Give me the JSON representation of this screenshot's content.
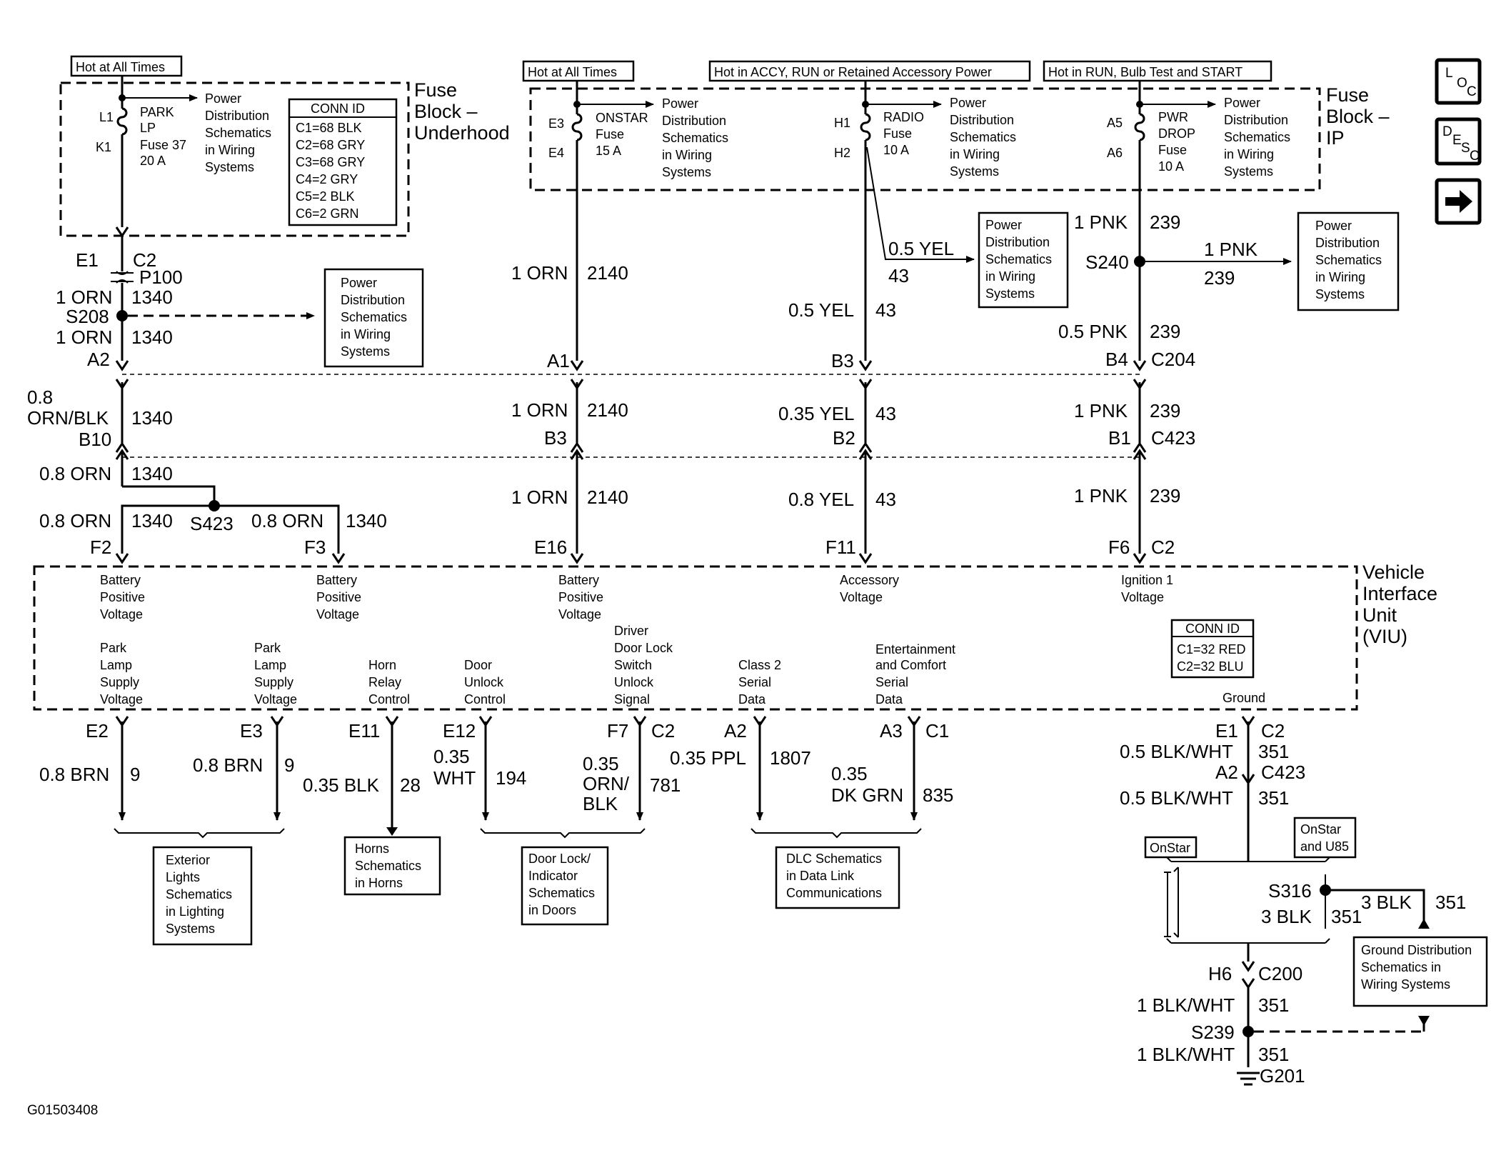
{
  "figure_id": "G01503408",
  "icons": [
    "loc-icon",
    "desc-icon",
    "next-arrow-icon"
  ],
  "power_headers": {
    "h1": "Hot at All Times",
    "h2": "Hot at All Times",
    "h3": "Hot in ACCY, RUN or Retained Accessory Power",
    "h4": "Hot in RUN, Bulb Test and START"
  },
  "fuse_block_underhood": {
    "title": [
      "Fuse",
      "Block –",
      "Underhood"
    ],
    "fuse_pins": [
      "L1",
      "K1"
    ],
    "fuse_name": [
      "PARK",
      "LP",
      "Fuse 37",
      "20 A"
    ],
    "ref": [
      "Power",
      "Distribution",
      "Schematics",
      "in Wiring",
      "Systems"
    ],
    "conn_id_title": "CONN ID",
    "conn_id": [
      "C1=68 BLK",
      "C2=68 GRY",
      "C3=68 GRY",
      "C4=2 GRY",
      "C5=2 BLK",
      "C6=2 GRN"
    ]
  },
  "fuse_block_ip": {
    "title": [
      "Fuse",
      "Block –",
      "IP"
    ],
    "onstar": {
      "pins": [
        "E3",
        "E4"
      ],
      "name": [
        "ONSTAR",
        "Fuse",
        "15 A"
      ]
    },
    "radio": {
      "pins": [
        "H1",
        "H2"
      ],
      "name": [
        "RADIO",
        "Fuse",
        "10 A"
      ]
    },
    "pwr": {
      "pins": [
        "A5",
        "A6"
      ],
      "name": [
        "PWR",
        "DROP",
        "Fuse",
        "10 A"
      ]
    },
    "ref": [
      "Power",
      "Distribution",
      "Schematics",
      "in Wiring",
      "Systems"
    ]
  },
  "ref_box": [
    "Power",
    "Distribution",
    "Schematics",
    "in Wiring",
    "Systems"
  ],
  "col1": {
    "e1": "E1",
    "c2": "C2",
    "p100": "P100",
    "w1": "1 ORN",
    "c1340a": "1340",
    "s208": "S208",
    "w2": "1 ORN",
    "c1340b": "1340",
    "a2": "A2",
    "w3a": "0.8",
    "w3b": "ORN/BLK",
    "c1340c": "1340",
    "b10": "B10",
    "w4": "0.8 ORN",
    "c1340d": "1340",
    "w5": "0.8 ORN",
    "c1340e": "1340",
    "s423": "S423",
    "w6": "0.8 ORN",
    "c1340f": "1340",
    "f2": "F2",
    "f3": "F3"
  },
  "col2": {
    "w1": "1 ORN",
    "c1": "2140",
    "a1": "A1",
    "w2": "1 ORN",
    "c2": "2140",
    "b3": "B3",
    "w3": "1 ORN",
    "c3": "2140",
    "e16": "E16"
  },
  "col3": {
    "w0": "0.5 YEL",
    "c0": "43",
    "w1": "0.5 YEL",
    "c1": "43",
    "b3": "B3",
    "w2": "0.35 YEL",
    "c2": "43",
    "b2": "B2",
    "w3": "0.8 YEL",
    "c3": "43",
    "f11": "F11"
  },
  "col4": {
    "w0": "1 PNK",
    "c0": "239",
    "s240": "S240",
    "wr": "1 PNK",
    "cr": "239",
    "w1": "0.5 PNK",
    "c1": "239",
    "b4": "B4",
    "c204": "C204",
    "w2": "1 PNK",
    "c2": "239",
    "b1": "B1",
    "c423": "C423",
    "w3": "1 PNK",
    "c3": "239",
    "f6": "F6",
    "c2conn": "C2"
  },
  "viu": {
    "title": [
      "Vehicle",
      "Interface",
      "Unit",
      "(VIU)"
    ],
    "in1": [
      "Battery",
      "Positive",
      "Voltage"
    ],
    "in2": [
      "Battery",
      "Positive",
      "Voltage"
    ],
    "in3": [
      "Battery",
      "Positive",
      "Voltage"
    ],
    "in4": [
      "Accessory",
      "Voltage"
    ],
    "in5": [
      "Ignition 1",
      "Voltage"
    ],
    "o1": [
      "Park",
      "Lamp",
      "Supply",
      "Voltage"
    ],
    "o2": [
      "Park",
      "Lamp",
      "Supply",
      "Voltage"
    ],
    "o3": [
      "Horn",
      "Relay",
      "Control"
    ],
    "o4": [
      "Door",
      "Unlock",
      "Control"
    ],
    "o5": [
      "Driver",
      "Door Lock",
      "Switch",
      "Unlock",
      "Signal"
    ],
    "o6": [
      "Class 2",
      "Serial",
      "Data"
    ],
    "o7": [
      "Entertainment",
      "and Comfort",
      "Serial",
      "Data"
    ],
    "ground": "Ground",
    "conn_id_title": "CONN ID",
    "conn_id": [
      "C1=32 RED",
      "C2=32 BLU"
    ]
  },
  "bottom": {
    "e2": "E2",
    "e3": "E3",
    "e11": "E11",
    "e12": "E12",
    "f7": "F7",
    "c2": "C2",
    "a2": "A2",
    "a3": "A3",
    "c1": "C1",
    "w_e2": "0.8 BRN",
    "c_e2": "9",
    "w_e3": "0.8 BRN",
    "c_e3": "9",
    "w_e11": "0.35 BLK",
    "c_e11": "28",
    "w_e12a": "0.35",
    "w_e12b": "WHT",
    "c_e12": "194",
    "w_f7a": "0.35",
    "w_f7b": "ORN/",
    "w_f7c": "BLK",
    "c_f7": "781",
    "w_a2": "0.35 PPL",
    "c_a2": "1807",
    "w_a3a": "0.35",
    "w_a3b": "DK GRN",
    "c_a3": "835"
  },
  "refs": {
    "lights": [
      "Exterior",
      "Lights",
      "Schematics",
      "in Lighting",
      "Systems"
    ],
    "horns": [
      "Horns",
      "Schematics",
      "in Horns"
    ],
    "doors": [
      "Door Lock/",
      "Indicator",
      "Schematics",
      "in Doors"
    ],
    "dlc": [
      "DLC Schematics",
      "in Data Link",
      "Communications"
    ],
    "ground": [
      "Ground Distribution",
      "Schematics in",
      "Wiring Systems"
    ]
  },
  "ground": {
    "e1": "E1",
    "c2": "C2",
    "w1": "0.5 BLK/WHT",
    "c1": "351",
    "a2": "A2",
    "c423": "C423",
    "w2": "0.5 BLK/WHT",
    "c2w": "351",
    "onstar": "OnStar",
    "onstar_u85a": "OnStar",
    "onstar_u85b": "and U85",
    "s316": "S316",
    "w3": "3 BLK",
    "c3": "351",
    "w4": "3 BLK",
    "c4": "351",
    "h6": "H6",
    "c200": "C200",
    "w5": "1 BLK/WHT",
    "c5": "351",
    "s239": "S239",
    "w6": "1 BLK/WHT",
    "c6": "351",
    "g201": "G201"
  }
}
